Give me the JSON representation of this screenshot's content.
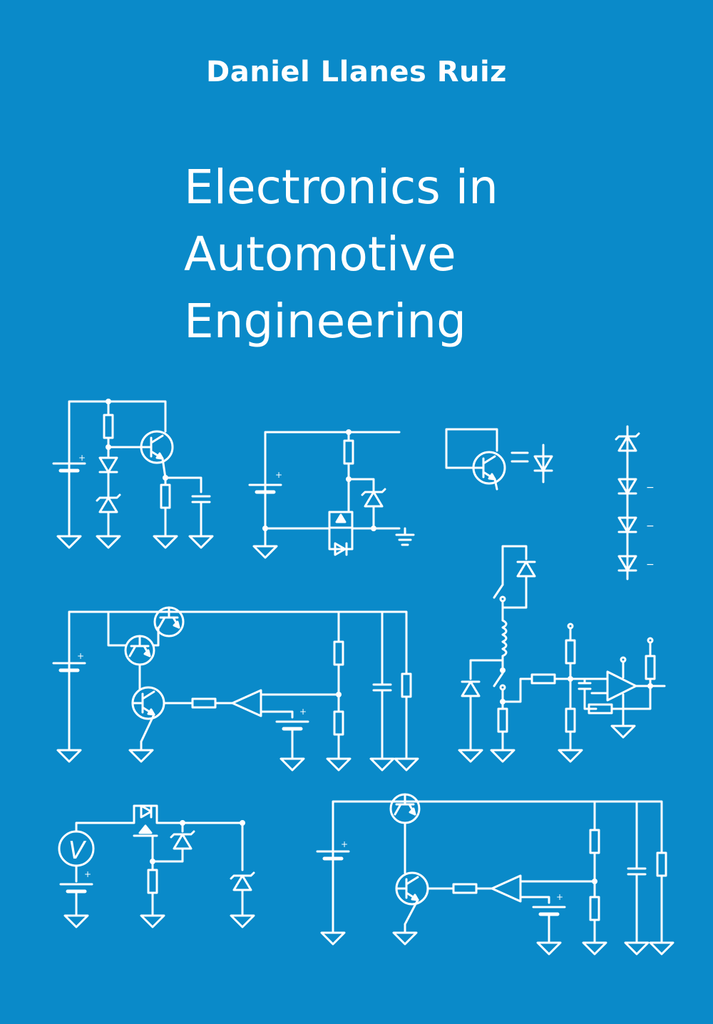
{
  "cover": {
    "author": "Daniel Llanes Ruiz",
    "title_lines": [
      "Electronics in",
      "Automotive",
      "Engineering"
    ],
    "background_color": "#0a8ac9",
    "ink_color": "#ffffff"
  },
  "symbols": {
    "plus": "+",
    "minus": "−",
    "voltmeter": "V"
  }
}
